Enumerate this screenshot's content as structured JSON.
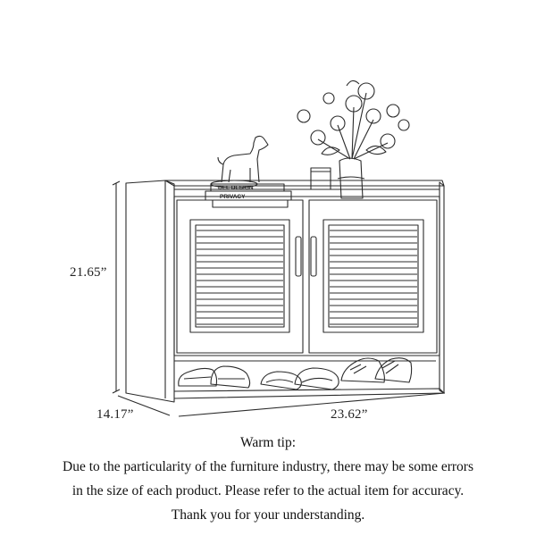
{
  "dimensions": {
    "height": "21.65”",
    "depth": "14.17”",
    "width": "23.62”"
  },
  "book_labels": {
    "top_book": "DEL DESIGN",
    "bottom_book": "PRIVACY"
  },
  "tip": {
    "heading": "Warm tip:",
    "line1": "Due to the particularity of the furniture industry, there may be some errors",
    "line2": "in the size of each product. Please refer to the actual item for accuracy.",
    "line3": "Thank you for your understanding."
  }
}
